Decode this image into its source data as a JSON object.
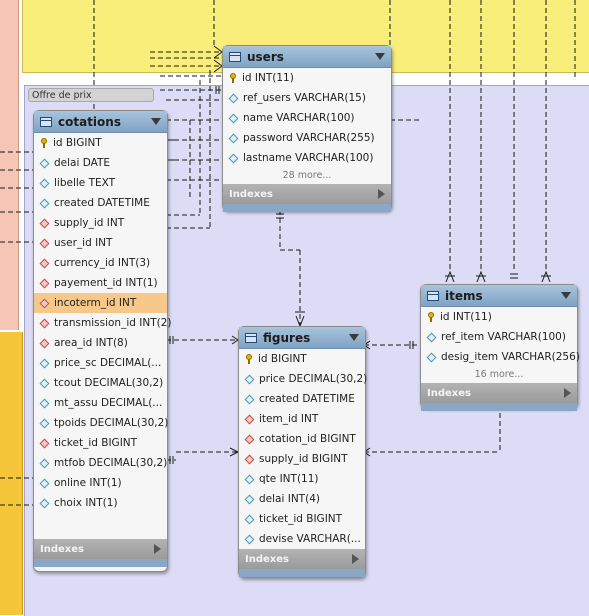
{
  "note": "Offre de prix",
  "colors": {
    "yellow_region": "#f9ee7a",
    "lavender_region": "#dcdcf6",
    "orange_region": "#f5c53a",
    "salmon_region": "#f5c6b5",
    "header_blue": "#8fb1cf",
    "fk_marker": "#c0504d",
    "col_marker": "#4e97b3"
  },
  "tables": {
    "users": {
      "name": "users",
      "columns": [
        {
          "text": "id INT(11)",
          "kind": "pk"
        },
        {
          "text": "ref_users VARCHAR(15)",
          "kind": "col"
        },
        {
          "text": "name VARCHAR(100)",
          "kind": "col"
        },
        {
          "text": "password VARCHAR(255)",
          "kind": "col"
        },
        {
          "text": "lastname VARCHAR(100)",
          "kind": "col"
        }
      ],
      "more": "28 more...",
      "footer": "Indexes"
    },
    "cotations": {
      "name": "cotations",
      "columns": [
        {
          "text": "id BIGINT",
          "kind": "pk"
        },
        {
          "text": "delai DATE",
          "kind": "col"
        },
        {
          "text": "libelle TEXT",
          "kind": "col"
        },
        {
          "text": "created DATETIME",
          "kind": "col"
        },
        {
          "text": "supply_id INT",
          "kind": "fk"
        },
        {
          "text": "user_id INT",
          "kind": "fk"
        },
        {
          "text": "currency_id INT(3)",
          "kind": "fk"
        },
        {
          "text": "payement_id INT(1)",
          "kind": "fk"
        },
        {
          "text": "incoterm_id INT",
          "kind": "fk"
        },
        {
          "text": "transmission_id INT(2)",
          "kind": "fk"
        },
        {
          "text": "area_id INT(8)",
          "kind": "fk"
        },
        {
          "text": "price_sc DECIMAL(...",
          "kind": "col"
        },
        {
          "text": "tcout DECIMAL(30,2)",
          "kind": "col"
        },
        {
          "text": "mt_assu DECIMAL(...",
          "kind": "col"
        },
        {
          "text": "tpoids DECIMAL(30,2)",
          "kind": "col"
        },
        {
          "text": "ticket_id BIGINT",
          "kind": "fk"
        },
        {
          "text": "mtfob DECIMAL(30,2)",
          "kind": "col"
        },
        {
          "text": "online INT(1)",
          "kind": "col"
        },
        {
          "text": "choix INT(1)",
          "kind": "col"
        }
      ],
      "highlight_index": 8,
      "footer": "Indexes"
    },
    "figures": {
      "name": "figures",
      "columns": [
        {
          "text": "id BIGINT",
          "kind": "pk"
        },
        {
          "text": "price DECIMAL(30,2)",
          "kind": "col"
        },
        {
          "text": "created DATETIME",
          "kind": "col"
        },
        {
          "text": "item_id INT",
          "kind": "fk"
        },
        {
          "text": "cotation_id BIGINT",
          "kind": "fk"
        },
        {
          "text": "supply_id BIGINT",
          "kind": "fk"
        },
        {
          "text": "qte INT(11)",
          "kind": "col"
        },
        {
          "text": "delai INT(4)",
          "kind": "col"
        },
        {
          "text": "ticket_id BIGINT",
          "kind": "col"
        },
        {
          "text": "devise VARCHAR(...",
          "kind": "col"
        }
      ],
      "footer": "Indexes"
    },
    "items": {
      "name": "items",
      "columns": [
        {
          "text": "id INT(11)",
          "kind": "pk"
        },
        {
          "text": "ref_item VARCHAR(100)",
          "kind": "col"
        },
        {
          "text": "desig_item VARCHAR(256)",
          "kind": "col"
        }
      ],
      "more": "16 more...",
      "footer": "Indexes"
    }
  }
}
